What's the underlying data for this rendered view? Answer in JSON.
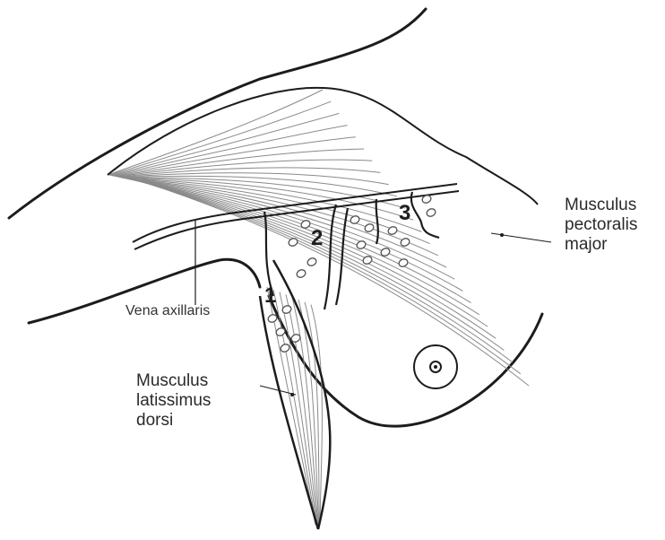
{
  "labels": {
    "pectoralis": [
      "Musculus",
      "pectoralis",
      "major"
    ],
    "vena": "Vena axillaris",
    "latissimus": [
      "Musculus",
      "latissimus",
      "dorsi"
    ]
  },
  "levels": [
    "1",
    "2",
    "3"
  ],
  "colors": {
    "ink": "#1c1c1c",
    "fiber": "#8a8a8a",
    "label": "#2a2a2a"
  }
}
